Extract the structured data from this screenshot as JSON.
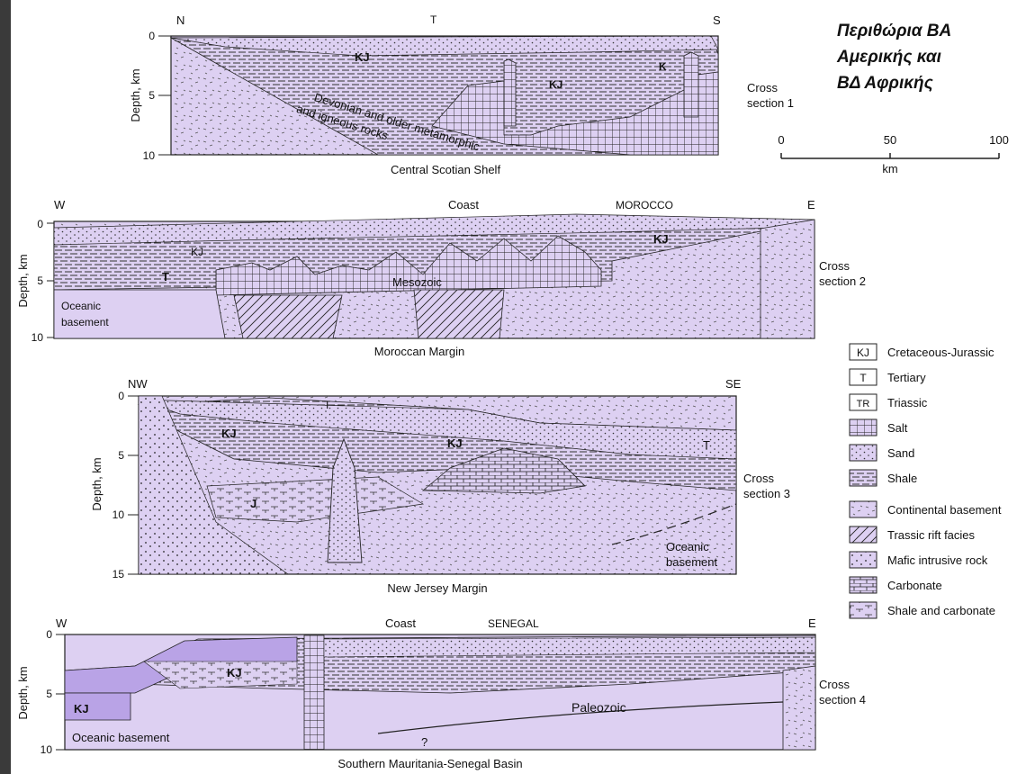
{
  "title_lines": [
    "Περιθώρια ΒΑ",
    "Αμερικής και",
    "ΒΔ Αφρικής"
  ],
  "depth_label": "Depth, km",
  "scale_bar": {
    "ticks": [
      "0",
      "50",
      "100"
    ],
    "unit": "km"
  },
  "sections": [
    {
      "name": "Central Scotian Shelf",
      "cross_label": [
        "Cross",
        "section 1"
      ],
      "left_dir": "N",
      "right_dir": "S",
      "depth_ticks": [
        "0",
        "5",
        "10"
      ],
      "unit_labels": [
        "KJ",
        "T",
        "K",
        "KJ"
      ],
      "rock_note": [
        "Devonian and older metamorphic",
        "and igneous rocks"
      ]
    },
    {
      "name": "Moroccan Margin",
      "cross_label": [
        "Cross",
        "section 2"
      ],
      "left_dir": "W",
      "right_dir": "E",
      "top_labels": [
        "Coast",
        "MOROCCO"
      ],
      "depth_ticks": [
        "0",
        "5",
        "10"
      ],
      "unit_labels": [
        "T",
        "KJ",
        "KJ",
        "Mesozoic"
      ],
      "basement": [
        "Oceanic",
        "basement"
      ]
    },
    {
      "name": "New Jersey Margin",
      "cross_label": [
        "Cross",
        "section 3"
      ],
      "left_dir": "NW",
      "right_dir": "SE",
      "depth_ticks": [
        "0",
        "5",
        "10",
        "15"
      ],
      "unit_labels": [
        "T",
        "KJ",
        "KJ",
        "T",
        "J"
      ],
      "basement": [
        "Oceanic",
        "basement"
      ]
    },
    {
      "name": "Southern Mauritania-Senegal Basin",
      "cross_label": [
        "Cross",
        "section 4"
      ],
      "left_dir": "W",
      "right_dir": "E",
      "top_labels": [
        "Coast",
        "SENEGAL"
      ],
      "depth_ticks": [
        "0",
        "5",
        "10"
      ],
      "unit_labels": [
        "KJ",
        "KJ",
        "Paleozoic",
        "?"
      ],
      "basement": [
        "Oceanic basement"
      ]
    }
  ],
  "legend": [
    {
      "key": "KJ",
      "label": "Cretaceous-Jurassic"
    },
    {
      "key": "T",
      "label": "Tertiary"
    },
    {
      "key": "TR",
      "label": "Triassic"
    },
    {
      "key": "",
      "label": "Salt"
    },
    {
      "key": "",
      "label": "Sand"
    },
    {
      "key": "",
      "label": "Shale"
    },
    {
      "key": "",
      "label": "Continental basement"
    },
    {
      "key": "",
      "label": "Trassic rift facies"
    },
    {
      "key": "",
      "label": "Mafic intrusive rock"
    },
    {
      "key": "",
      "label": "Carbonate"
    },
    {
      "key": "",
      "label": "Shale and carbonate"
    }
  ],
  "colors": {
    "fill": "#ddd0f2",
    "dark_fill": "#b9a3e6",
    "line": "#222222",
    "frame": "#3a3a3a"
  }
}
